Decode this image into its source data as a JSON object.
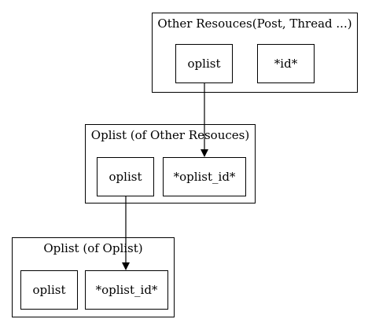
{
  "clusters": {
    "other_resources": {
      "label": "Other Resouces(Post, Thread ...)",
      "nodes": {
        "oplist": "oplist",
        "id": "*id*"
      }
    },
    "oplist_other": {
      "label": "Oplist (of Other Resouces)",
      "nodes": {
        "oplist": "oplist",
        "oplist_id": "*oplist_id*"
      }
    },
    "oplist_oplist": {
      "label": "Oplist (of Oplist)",
      "nodes": {
        "oplist": "oplist",
        "oplist_id": "*oplist_id*"
      }
    }
  },
  "edges": [
    {
      "from": "Other Resouces.oplist",
      "to": "Oplist (of Other Resouces).*oplist_id*"
    },
    {
      "from": "Oplist (of Other Resouces).oplist",
      "to": "Oplist (of Oplist).*oplist_id*"
    }
  ]
}
